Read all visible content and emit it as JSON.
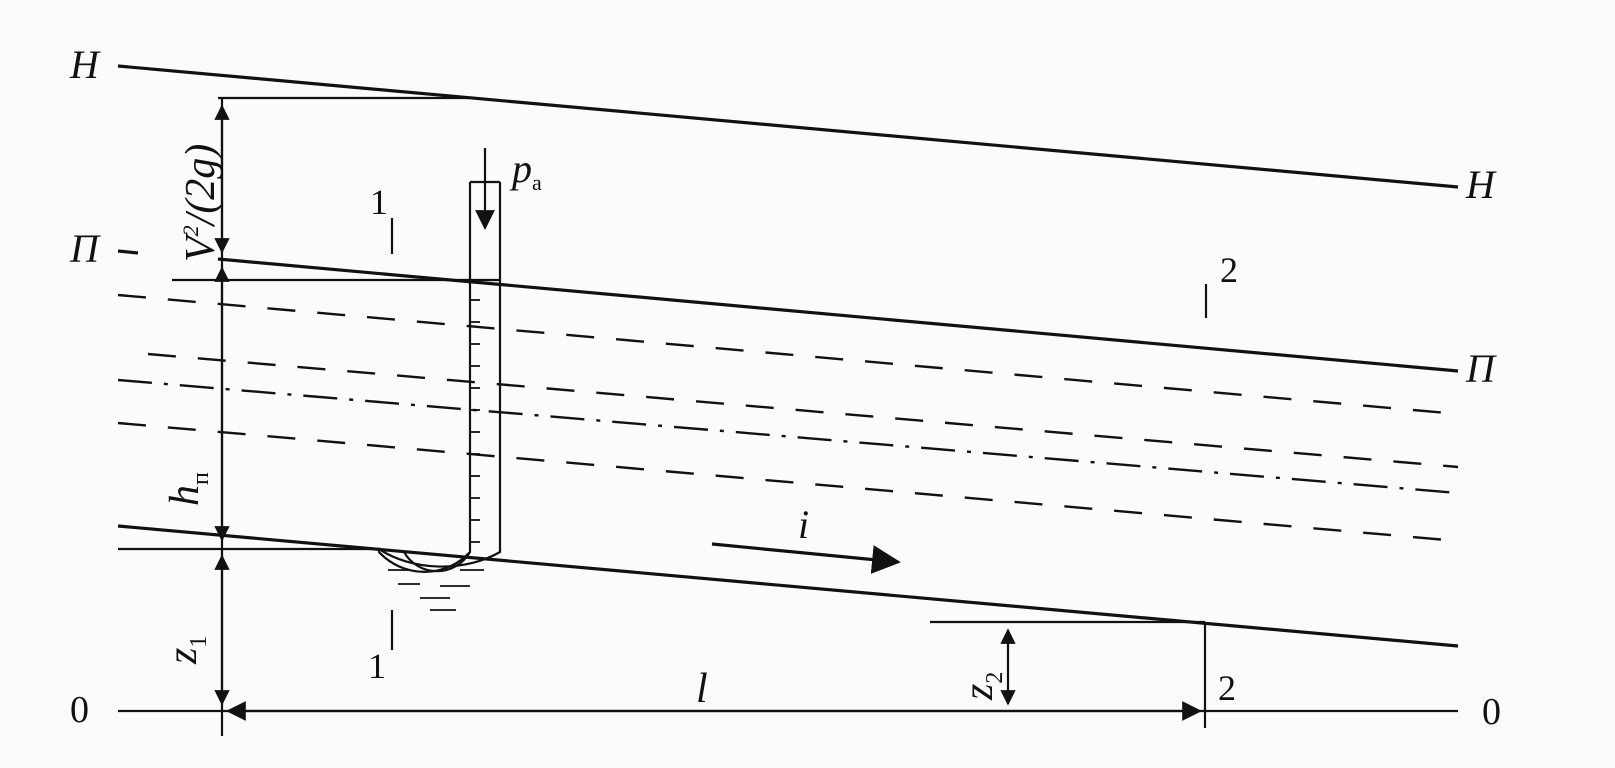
{
  "lines": {
    "energy": "H",
    "piezometric": "П",
    "datum": "0"
  },
  "sections": {
    "s1": "1",
    "s2": "2"
  },
  "dimensions": {
    "velocity_head": {
      "main": "V",
      "sup": "2",
      "rest": "/(2g)"
    },
    "pressure_head": {
      "main": "h",
      "sub": "п"
    },
    "z1": {
      "main": "z",
      "sub": "1"
    },
    "z2": {
      "main": "z",
      "sub": "2"
    },
    "length": "l"
  },
  "atmospheric_pressure": {
    "main": "p",
    "sub": "a"
  },
  "slope": "i"
}
